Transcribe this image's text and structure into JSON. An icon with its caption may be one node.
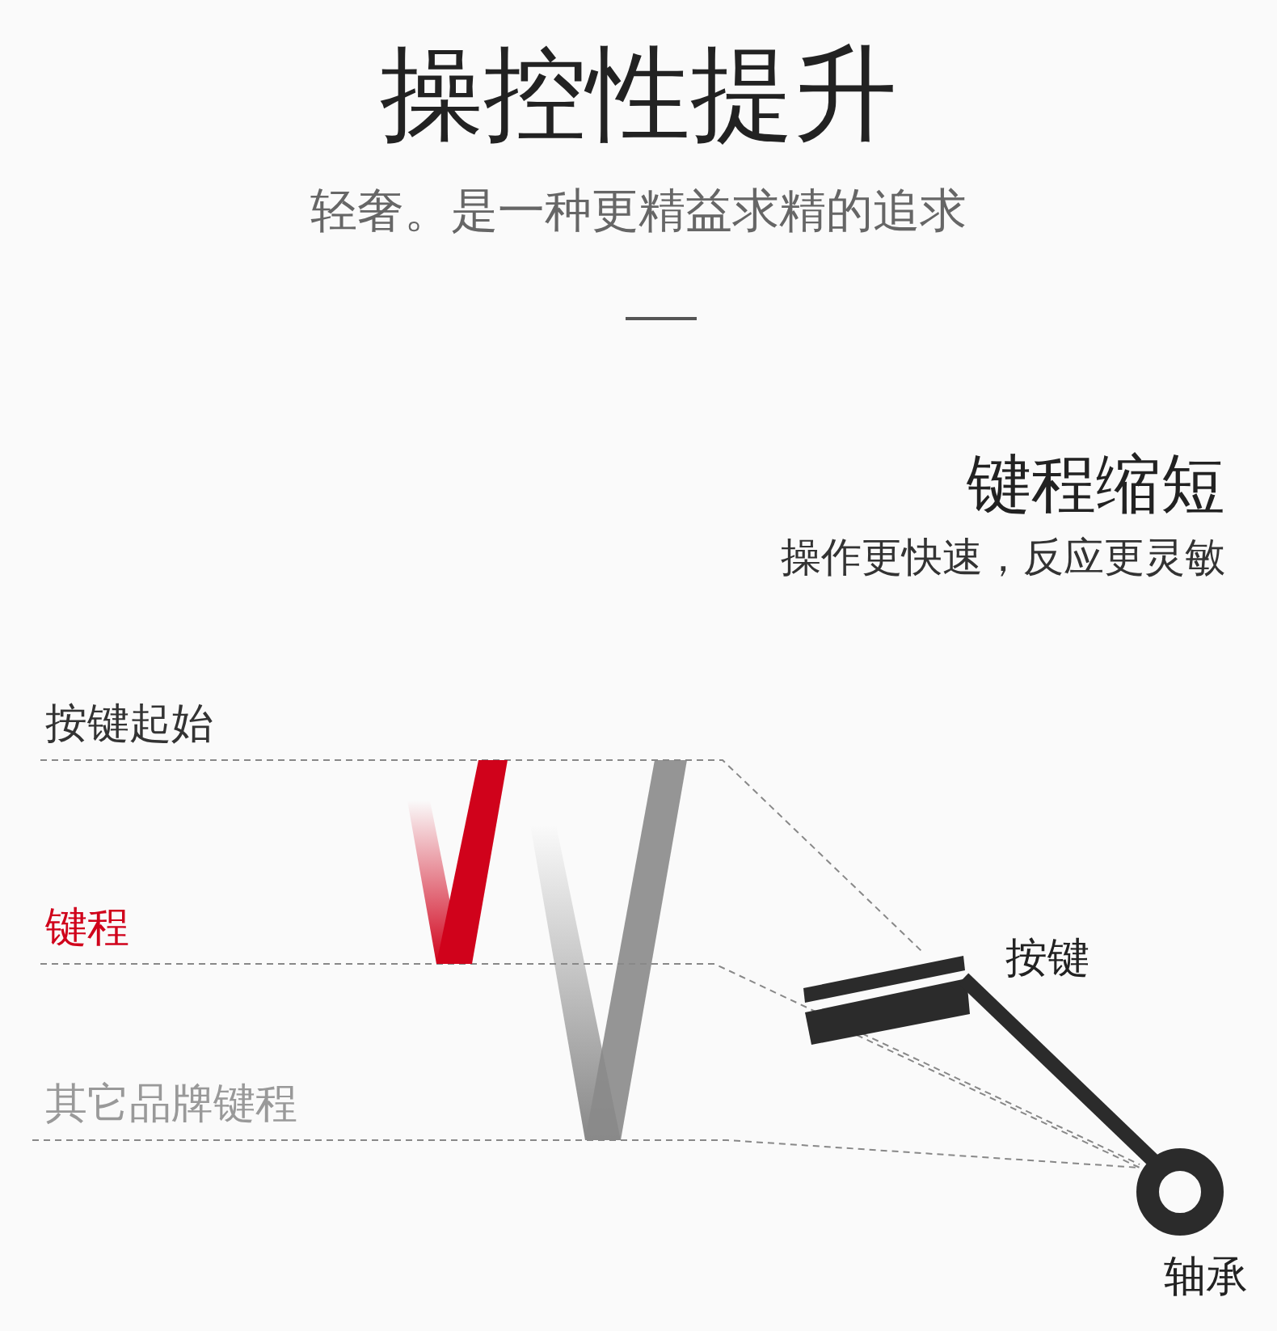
{
  "diagram": {
    "title": "操控性提升",
    "labels": [
      "轻奢。是一种更精益求精的追求",
      "键程缩短",
      "操作更快速，反应更灵敏",
      "按键起始",
      "键程",
      "其它品牌键程",
      "按键",
      "轴承"
    ]
  }
}
